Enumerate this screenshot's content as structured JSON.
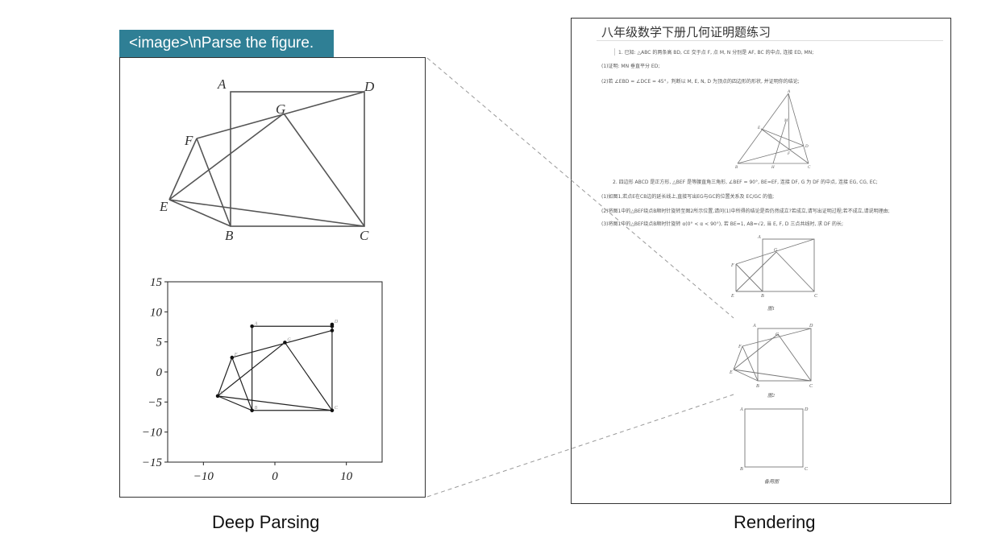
{
  "left_panel": {
    "prompt": "<image>\\nParse the figure.",
    "caption": "Deep Parsing",
    "figure_labels": {
      "A": "A",
      "D": "D",
      "G": "G",
      "F": "F",
      "E": "E",
      "B": "B",
      "C": "C"
    },
    "plot": {
      "type": "scatter",
      "xlim": [
        -15,
        15
      ],
      "ylim": [
        -15,
        15
      ],
      "xticks": [
        "−10",
        "0",
        "10"
      ],
      "xtick_values": [
        -10,
        0,
        10
      ],
      "yticks": [
        "15",
        "10",
        "5",
        "0",
        "−5",
        "−10",
        "−15"
      ],
      "ytick_values": [
        15,
        10,
        5,
        0,
        -5,
        -10,
        -15
      ],
      "points": [
        {
          "label": "A",
          "x": -3.2,
          "y": 7.6
        },
        {
          "label": "D",
          "x": 8,
          "y": 7.9
        },
        {
          "label": "",
          "x": 8,
          "y": 7.6
        },
        {
          "label": "",
          "x": 8,
          "y": 6.9
        },
        {
          "label": "G",
          "x": 1.4,
          "y": 4.9
        },
        {
          "label": "F",
          "x": -6,
          "y": 2.4
        },
        {
          "label": "E",
          "x": -8,
          "y": -4
        },
        {
          "label": "B",
          "x": -3.2,
          "y": -6.4
        },
        {
          "label": "C",
          "x": 8,
          "y": -6.4
        }
      ]
    }
  },
  "right_panel": {
    "caption": "Rendering",
    "title": "八年级数学下册几何证明题练习",
    "lines": [
      "1. 已知: △ABC 的两条高 BD, CE 交于点 F, 点 M, N 分别是 AF, BC 的中点, 连接 ED, MN;",
      "(1)证明: MN 垂直平分 ED;",
      "(2)若 ∠EBD = ∠DCE = 45°，判断以 M, E, N, D 为顶点的四边形的形状, 并证明你的结论;",
      "2. 四边形 ABCD 是正方形, △BEF 是等腰直角三角形, ∠BEF = 90°, BE=EF, 连接 DF, G 为 DF 的中点, 连接 EG, CG, EC;",
      "(1)如图1,若点E在CB边的延长线上,直接写出EG与GC的位置关系及 EC/GC 的值;",
      "(2)将图1中的△BEF绕点B顺时针旋转至图2所示位置,请问(1)中所得的结论是否仍然成立?若成立,请写出证明过程;若不成立,请说明理由;",
      "(3)将图1中的△BEF绕点B顺时针旋转 α(0° < α < 90°), 若 BE=1, AB=√2, 当 E, F, D 三点共线时, 求 DF 的长;"
    ],
    "tri_labels": {
      "A": "A",
      "B": "B",
      "C": "C",
      "D": "D",
      "E": "E",
      "F": "F",
      "M": "M",
      "H": "H"
    },
    "fig_labels": {
      "A": "A",
      "B": "B",
      "C": "C",
      "D": "D",
      "E": "E",
      "F": "F",
      "G": "G"
    },
    "fig1_caption": "图1",
    "fig2_caption": "图2",
    "fig3_caption": "备用图"
  }
}
